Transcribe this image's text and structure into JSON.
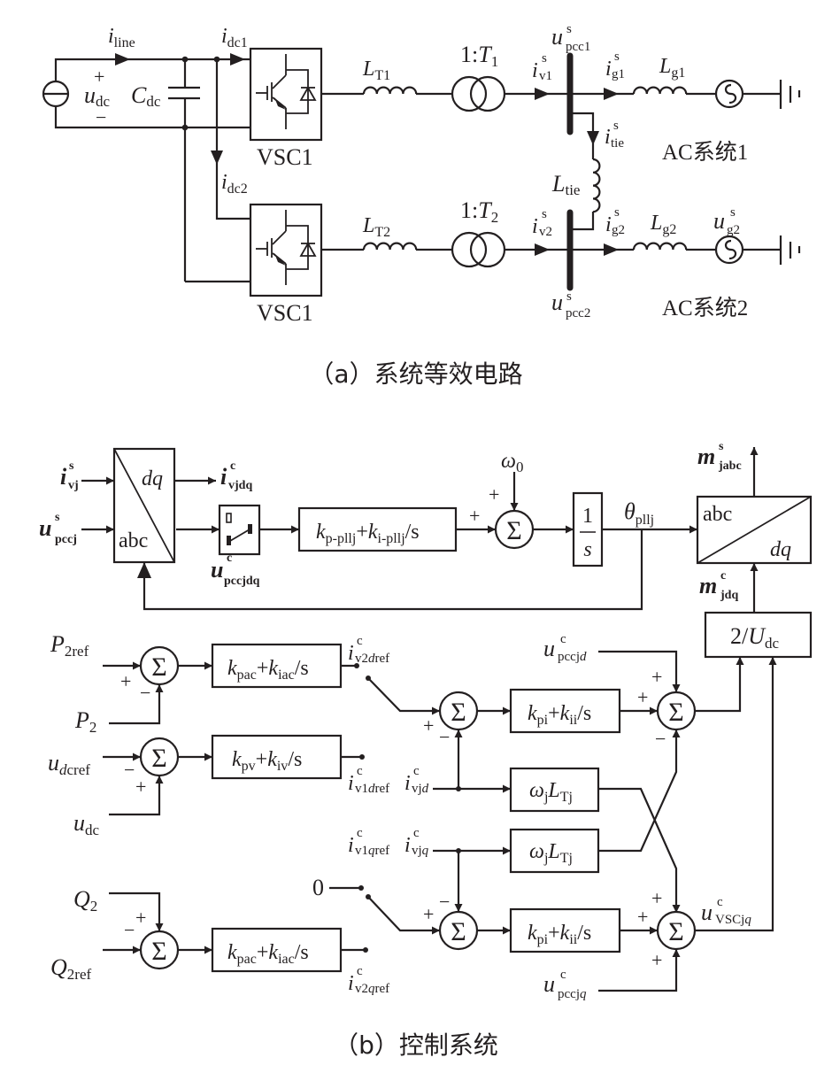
{
  "figure": {
    "circuit": {
      "caption": "（a）系统等效电路",
      "labels": {
        "i_line": {
          "base": "i",
          "sub": "line"
        },
        "i_dc1": {
          "base": "i",
          "sub": "dc1"
        },
        "i_dc2": {
          "base": "i",
          "sub": "dc2"
        },
        "u_dc": {
          "base": "u",
          "sub": "dc"
        },
        "u_dc_plus": "+",
        "u_dc_minus": "−",
        "C_dc": {
          "base": "C",
          "sub": "dc"
        },
        "vsc_top": "VSC1",
        "vsc_bottom": "VSC1",
        "L_T1": {
          "base": "L",
          "sub": "T1"
        },
        "L_T2": {
          "base": "L",
          "sub": "T2"
        },
        "T1_ratio": {
          "prefix": "1:",
          "base": "T",
          "sub": "1"
        },
        "T2_ratio": {
          "prefix": "1:",
          "base": "T",
          "sub": "2"
        },
        "i_v1": {
          "base": "i",
          "sup": "s",
          "sub": "v1"
        },
        "i_v2": {
          "base": "i",
          "sup": "s",
          "sub": "v2"
        },
        "u_pcc1": {
          "base": "u",
          "sup": "s",
          "sub": "pcc1"
        },
        "u_pcc2": {
          "base": "u",
          "sup": "s",
          "sub": "pcc2"
        },
        "i_g1": {
          "base": "i",
          "sup": "s",
          "sub": "g1"
        },
        "i_g2": {
          "base": "i",
          "sup": "s",
          "sub": "g2"
        },
        "L_g1": {
          "base": "L",
          "sub": "g1"
        },
        "L_g2": {
          "base": "L",
          "sub": "g2"
        },
        "i_tie": {
          "base": "i",
          "sup": "s",
          "sub": "tie"
        },
        "L_tie": {
          "base": "L",
          "sub": "tie"
        },
        "u_g2": {
          "base": "u",
          "sup": "s",
          "sub": "g2"
        },
        "ac_system_1": "AC系统1",
        "ac_system_2": "AC系统2"
      }
    },
    "control": {
      "caption": "（b）控制系统",
      "pll": {
        "i_vj": {
          "base": "i",
          "sup": "s",
          "sub": "vj"
        },
        "u_pccj": {
          "base": "u",
          "sup": "s",
          "sub": "pccj"
        },
        "abc_dq_top": "dq",
        "abc_dq_bottom": "abc",
        "i_vjdq": {
          "base": "i",
          "sup": "c",
          "sub": "vjdq"
        },
        "u_pccjdq": {
          "base": "u",
          "sup": "c",
          "sub": "pccjdq"
        },
        "pi_block": {
          "k1": "k",
          "s1": "p-pllj",
          "plus": "+",
          "k2": "k",
          "s2": "i-pllj",
          "tail": "/s"
        },
        "omega0": {
          "base": "ω",
          "sub": "0"
        },
        "integrator_num": "1",
        "integrator_den": "s",
        "theta": {
          "base": "θ",
          "sub": "pllj"
        },
        "sum_symbol": "Σ",
        "plus": "+"
      },
      "modulation": {
        "abc_dq_top": "abc",
        "abc_dq_bottom": "dq",
        "m_jabc": {
          "base": "m",
          "sup": "s",
          "sub": "jabc"
        },
        "m_jdq": {
          "base": "m",
          "sup": "c",
          "sub": "jdq"
        },
        "gain_block": {
          "prefix": "2/",
          "base": "U",
          "sub": "dc"
        }
      },
      "outer_loops": {
        "P2ref": {
          "base": "P",
          "sub": "2ref"
        },
        "P2": {
          "base": "P",
          "sub": "2"
        },
        "udcref": {
          "base": "u",
          "sub_i": "d",
          "sub": "cref"
        },
        "udc": {
          "base": "u",
          "sub": "dc"
        },
        "Q2": {
          "base": "Q",
          "sub": "2"
        },
        "Q2ref": {
          "base": "Q",
          "sub": "2ref"
        },
        "pac_block": {
          "k1": "k",
          "s1": "pac",
          "plus": "+",
          "k2": "k",
          "s2": "iac",
          "tail": "/s"
        },
        "pv_block": {
          "k1": "k",
          "s1": "pv",
          "plus": "+",
          "k2": "k",
          "s2": "iv",
          "tail": "/s"
        },
        "i_v2dref": {
          "base": "i",
          "sup": "c",
          "sub_a": "v2",
          "sub_i": "d",
          "sub_b": "ref"
        },
        "i_v1dref": {
          "base": "i",
          "sup": "c",
          "sub_a": "v1",
          "sub_i": "d",
          "sub_b": "ref"
        },
        "i_v1qref": {
          "base": "i",
          "sup": "c",
          "sub_a": "v1",
          "sub_i": "q",
          "sub_b": "ref"
        },
        "i_v2qref": {
          "base": "i",
          "sup": "c",
          "sub_a": "v2",
          "sub_i": "q",
          "sub_b": "ref"
        },
        "zero": "0"
      },
      "inner_loops": {
        "i_vjd": {
          "base": "i",
          "sup": "c",
          "sub_a": "vj",
          "sub_i": "d"
        },
        "i_vjq": {
          "base": "i",
          "sup": "c",
          "sub_a": "vj",
          "sub_i": "q"
        },
        "pi_block": {
          "k1": "k",
          "s1": "pi",
          "plus": "+",
          "k2": "k",
          "s2": "ii",
          "tail": "/s"
        },
        "decouple_block": {
          "base1": "ω",
          "sub1": "j",
          "base2": "L",
          "sub2": "Tj"
        },
        "u_pccjd": {
          "base": "u",
          "sup": "c",
          "sub_a": "pccj",
          "sub_i": "d"
        },
        "u_pccjq": {
          "base": "u",
          "sup": "c",
          "sub_a": "pccj",
          "sub_i": "q"
        },
        "u_VSCjq": {
          "base": "u",
          "sup": "c",
          "sub_a": "VSCj",
          "sub_i": "q"
        },
        "plus": "+",
        "minus": "−"
      }
    }
  }
}
